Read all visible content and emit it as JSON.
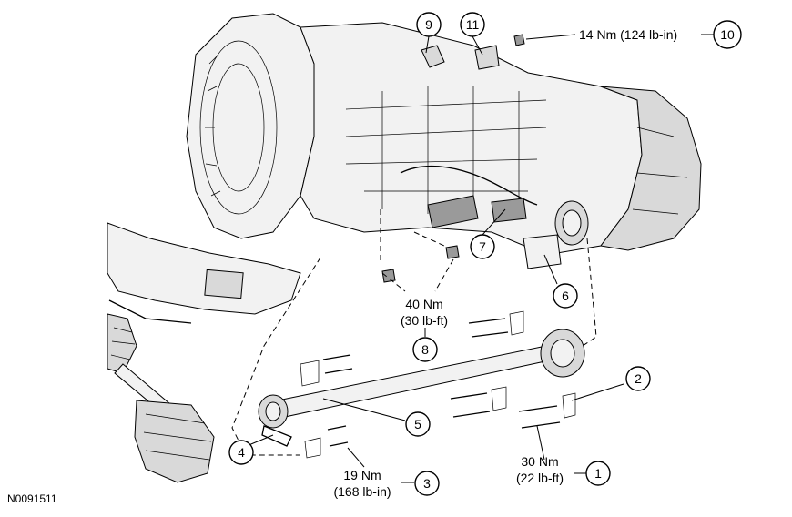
{
  "figure_id": "N0091511",
  "callouts": [
    {
      "number": "1"
    },
    {
      "number": "2"
    },
    {
      "number": "3"
    },
    {
      "number": "4"
    },
    {
      "number": "5"
    },
    {
      "number": "6"
    },
    {
      "number": "7"
    },
    {
      "number": "8"
    },
    {
      "number": "9"
    },
    {
      "number": "10"
    },
    {
      "number": "11"
    }
  ],
  "torque_labels": {
    "t10": "14 Nm (124 lb-in)",
    "t8_line1": "40 Nm",
    "t8_line2": "(30 lb-ft)",
    "t3_line1": "19 Nm",
    "t3_line2": "(168 lb-in)",
    "t1_line1": "30 Nm",
    "t1_line2": "(22 lb-ft)"
  }
}
